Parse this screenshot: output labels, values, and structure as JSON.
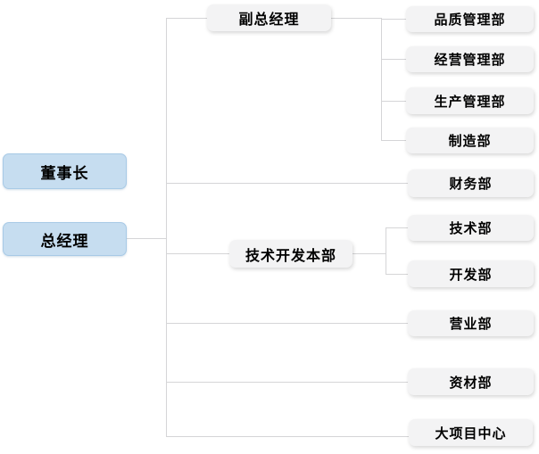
{
  "diagram": {
    "type": "org-chart",
    "nodes": {
      "chairman": {
        "label": "董事长",
        "style": "blue"
      },
      "general_manager": {
        "label": "总经理",
        "style": "blue"
      },
      "deputy_general_manager": {
        "label": "副总经理",
        "style": "gray"
      },
      "tech_dev_division": {
        "label": "技术开发本部",
        "style": "gray"
      },
      "quality_dept": {
        "label": "品质管理部",
        "style": "gray"
      },
      "business_mgmt_dept": {
        "label": "经营管理部",
        "style": "gray"
      },
      "production_mgmt_dept": {
        "label": "生产管理部",
        "style": "gray"
      },
      "manufacturing_dept": {
        "label": "制造部",
        "style": "gray"
      },
      "finance_dept": {
        "label": "财务部",
        "style": "gray"
      },
      "technology_dept": {
        "label": "技术部",
        "style": "gray"
      },
      "development_dept": {
        "label": "开发部",
        "style": "gray"
      },
      "sales_dept": {
        "label": "营业部",
        "style": "gray"
      },
      "materials_dept": {
        "label": "资材部",
        "style": "gray"
      },
      "major_project_center": {
        "label": "大项目中心",
        "style": "gray"
      }
    },
    "edges": [
      {
        "from": "general_manager",
        "to": "deputy_general_manager"
      },
      {
        "from": "deputy_general_manager",
        "to": "quality_dept"
      },
      {
        "from": "deputy_general_manager",
        "to": "business_mgmt_dept"
      },
      {
        "from": "deputy_general_manager",
        "to": "production_mgmt_dept"
      },
      {
        "from": "deputy_general_manager",
        "to": "manufacturing_dept"
      },
      {
        "from": "general_manager",
        "to": "finance_dept"
      },
      {
        "from": "general_manager",
        "to": "tech_dev_division"
      },
      {
        "from": "tech_dev_division",
        "to": "technology_dept"
      },
      {
        "from": "tech_dev_division",
        "to": "development_dept"
      },
      {
        "from": "general_manager",
        "to": "sales_dept"
      },
      {
        "from": "general_manager",
        "to": "materials_dept"
      },
      {
        "from": "general_manager",
        "to": "major_project_center"
      }
    ],
    "colors": {
      "leader_box_fill": "#c6ddf0",
      "leader_box_border": "#a8cae6",
      "dept_box_fill": "#f3f3f4",
      "connector_line": "#d5d5d7",
      "text": "#000000",
      "background": "#ffffff"
    }
  }
}
